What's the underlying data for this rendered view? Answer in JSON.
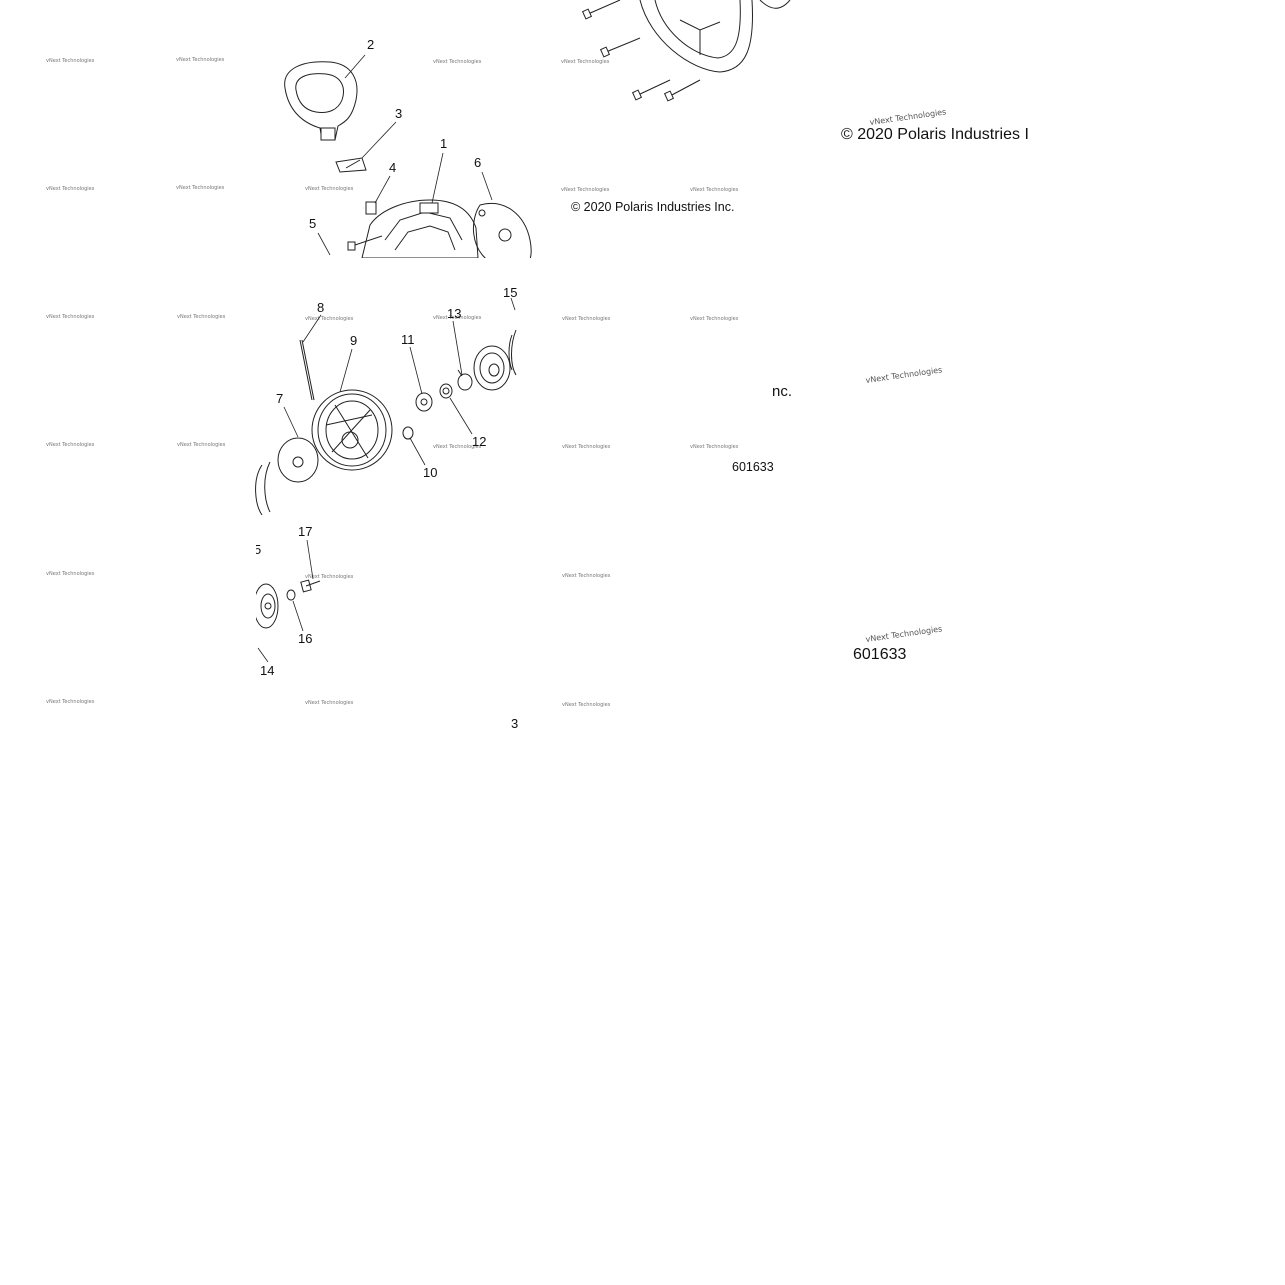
{
  "callouts": {
    "c1": "1",
    "c2": "2",
    "c3": "3",
    "c4": "4",
    "c5": "5",
    "c6": "6",
    "c7": "7",
    "c8": "8",
    "c9": "9",
    "c10": "10",
    "c11": "11",
    "c12": "12",
    "c13": "13",
    "c14": "14",
    "c15a": "15",
    "c15b": "5",
    "c16": "16",
    "c17": "17",
    "c18": "3"
  },
  "copyright": {
    "main": "© 2020 Polaris Industries Inc.",
    "large": "© 2020 Polaris Industries I",
    "fragment": "nc."
  },
  "figure_number": {
    "small": "601633",
    "large": "601633"
  },
  "watermark": {
    "text": "vNext Technologies"
  }
}
